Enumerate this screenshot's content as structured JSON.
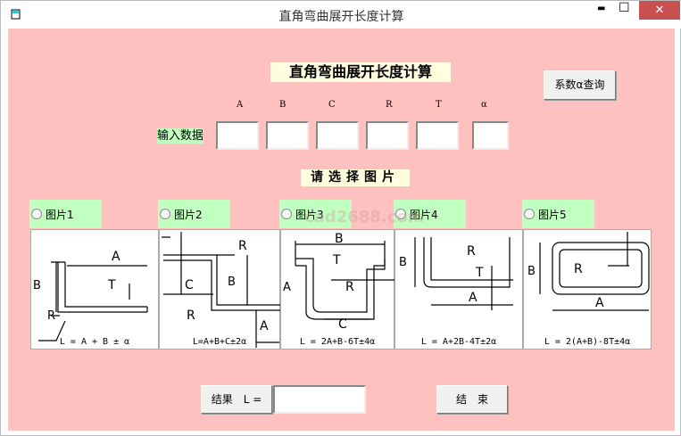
{
  "window": {
    "title": "直角弯曲展开长度计算",
    "minimize": "▬",
    "maximize": "☐",
    "close": "✕"
  },
  "heading": "直角弯曲展开长度计算",
  "coef_button": "系数α查询",
  "columns": [
    "A",
    "B",
    "C",
    "R",
    "T",
    "α"
  ],
  "input_label": "输入数据",
  "inputs": [
    "",
    "",
    "",
    "",
    "",
    ""
  ],
  "choose_label": "请选择图片",
  "watermark": "cad2688.com",
  "pictures": [
    {
      "label": "图片1",
      "formula": "L = A + B ± α"
    },
    {
      "label": "图片2",
      "formula": "L=A+B+C±2α"
    },
    {
      "label": "图片3",
      "formula": "L = 2A+B-6T±4α"
    },
    {
      "label": "图片4",
      "formula": "L = A+2B-4T±2α"
    },
    {
      "label": "图片5",
      "formula": "L = 2(A+B)-8T±4α"
    }
  ],
  "result_button": "结果　L =",
  "result_value": "",
  "end_button": "结　束"
}
